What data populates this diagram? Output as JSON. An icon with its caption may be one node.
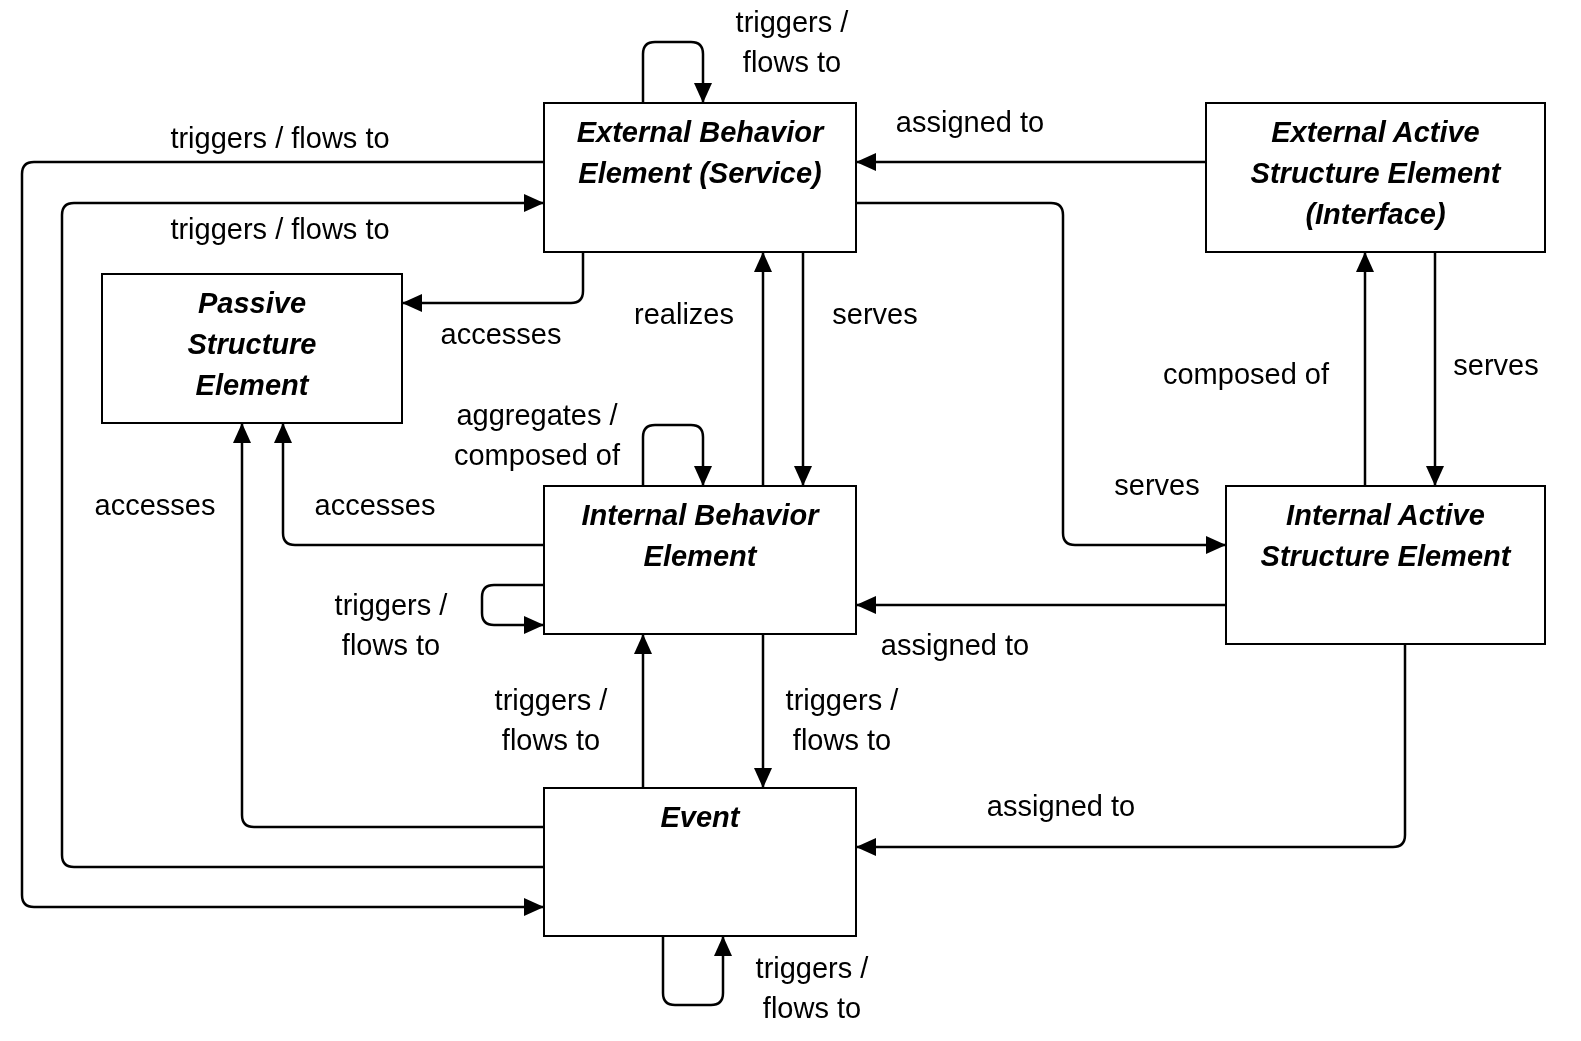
{
  "diagram": {
    "nodes": [
      {
        "text": [
          "External Behavior Element (Service)"
        ]
      },
      {
        "text": [
          "External Active Structure Element (Interface)"
        ]
      },
      {
        "text": [
          "Passive Structure Element"
        ]
      },
      {
        "text": [
          "Internal Behavior Element"
        ]
      },
      {
        "text": [
          "Internal Active Structure Element"
        ]
      },
      {
        "text": [
          "Event"
        ]
      }
    ],
    "edges": [
      {
        "from": 0,
        "to": 0,
        "arrow": "to",
        "label": "triggers / flows to"
      },
      {
        "from": 0,
        "to": 5,
        "arrow": "to",
        "label": "triggers / flows to"
      },
      {
        "from": 5,
        "to": 0,
        "arrow": "to",
        "label": "triggers / flows to"
      },
      {
        "from": 1,
        "to": 0,
        "arrow": "to",
        "label": "assigned to"
      },
      {
        "from": 0,
        "to": 2,
        "arrow": "to",
        "label": "accesses"
      },
      {
        "from": 3,
        "to": 0,
        "arrow": "to",
        "label": "realizes"
      },
      {
        "from": 0,
        "to": 3,
        "arrow": "to",
        "label": "serves"
      },
      {
        "from": 0,
        "to": 4,
        "arrow": "to",
        "label": "serves"
      },
      {
        "from": 4,
        "to": 1,
        "arrow": "to",
        "label": "composed of"
      },
      {
        "from": 1,
        "to": 4,
        "arrow": "to",
        "label": "serves"
      },
      {
        "from": 3,
        "to": 3,
        "arrow": "to",
        "label": "aggregates / composed of"
      },
      {
        "from": 3,
        "to": 2,
        "arrow": "to",
        "label": "accesses"
      },
      {
        "from": 3,
        "to": 3,
        "arrow": "to",
        "label": "triggers / flows to"
      },
      {
        "from": 4,
        "to": 3,
        "arrow": "to",
        "label": "assigned to"
      },
      {
        "from": 5,
        "to": 3,
        "arrow": "to",
        "label": "triggers / flows to"
      },
      {
        "from": 3,
        "to": 5,
        "arrow": "to",
        "label": "triggers / flows to"
      },
      {
        "from": 5,
        "to": 2,
        "arrow": "to",
        "label": "accesses"
      },
      {
        "from": 4,
        "to": 5,
        "arrow": "to",
        "label": "assigned to"
      },
      {
        "from": 5,
        "to": 5,
        "arrow": "to",
        "label": "triggers / flows to"
      }
    ]
  }
}
